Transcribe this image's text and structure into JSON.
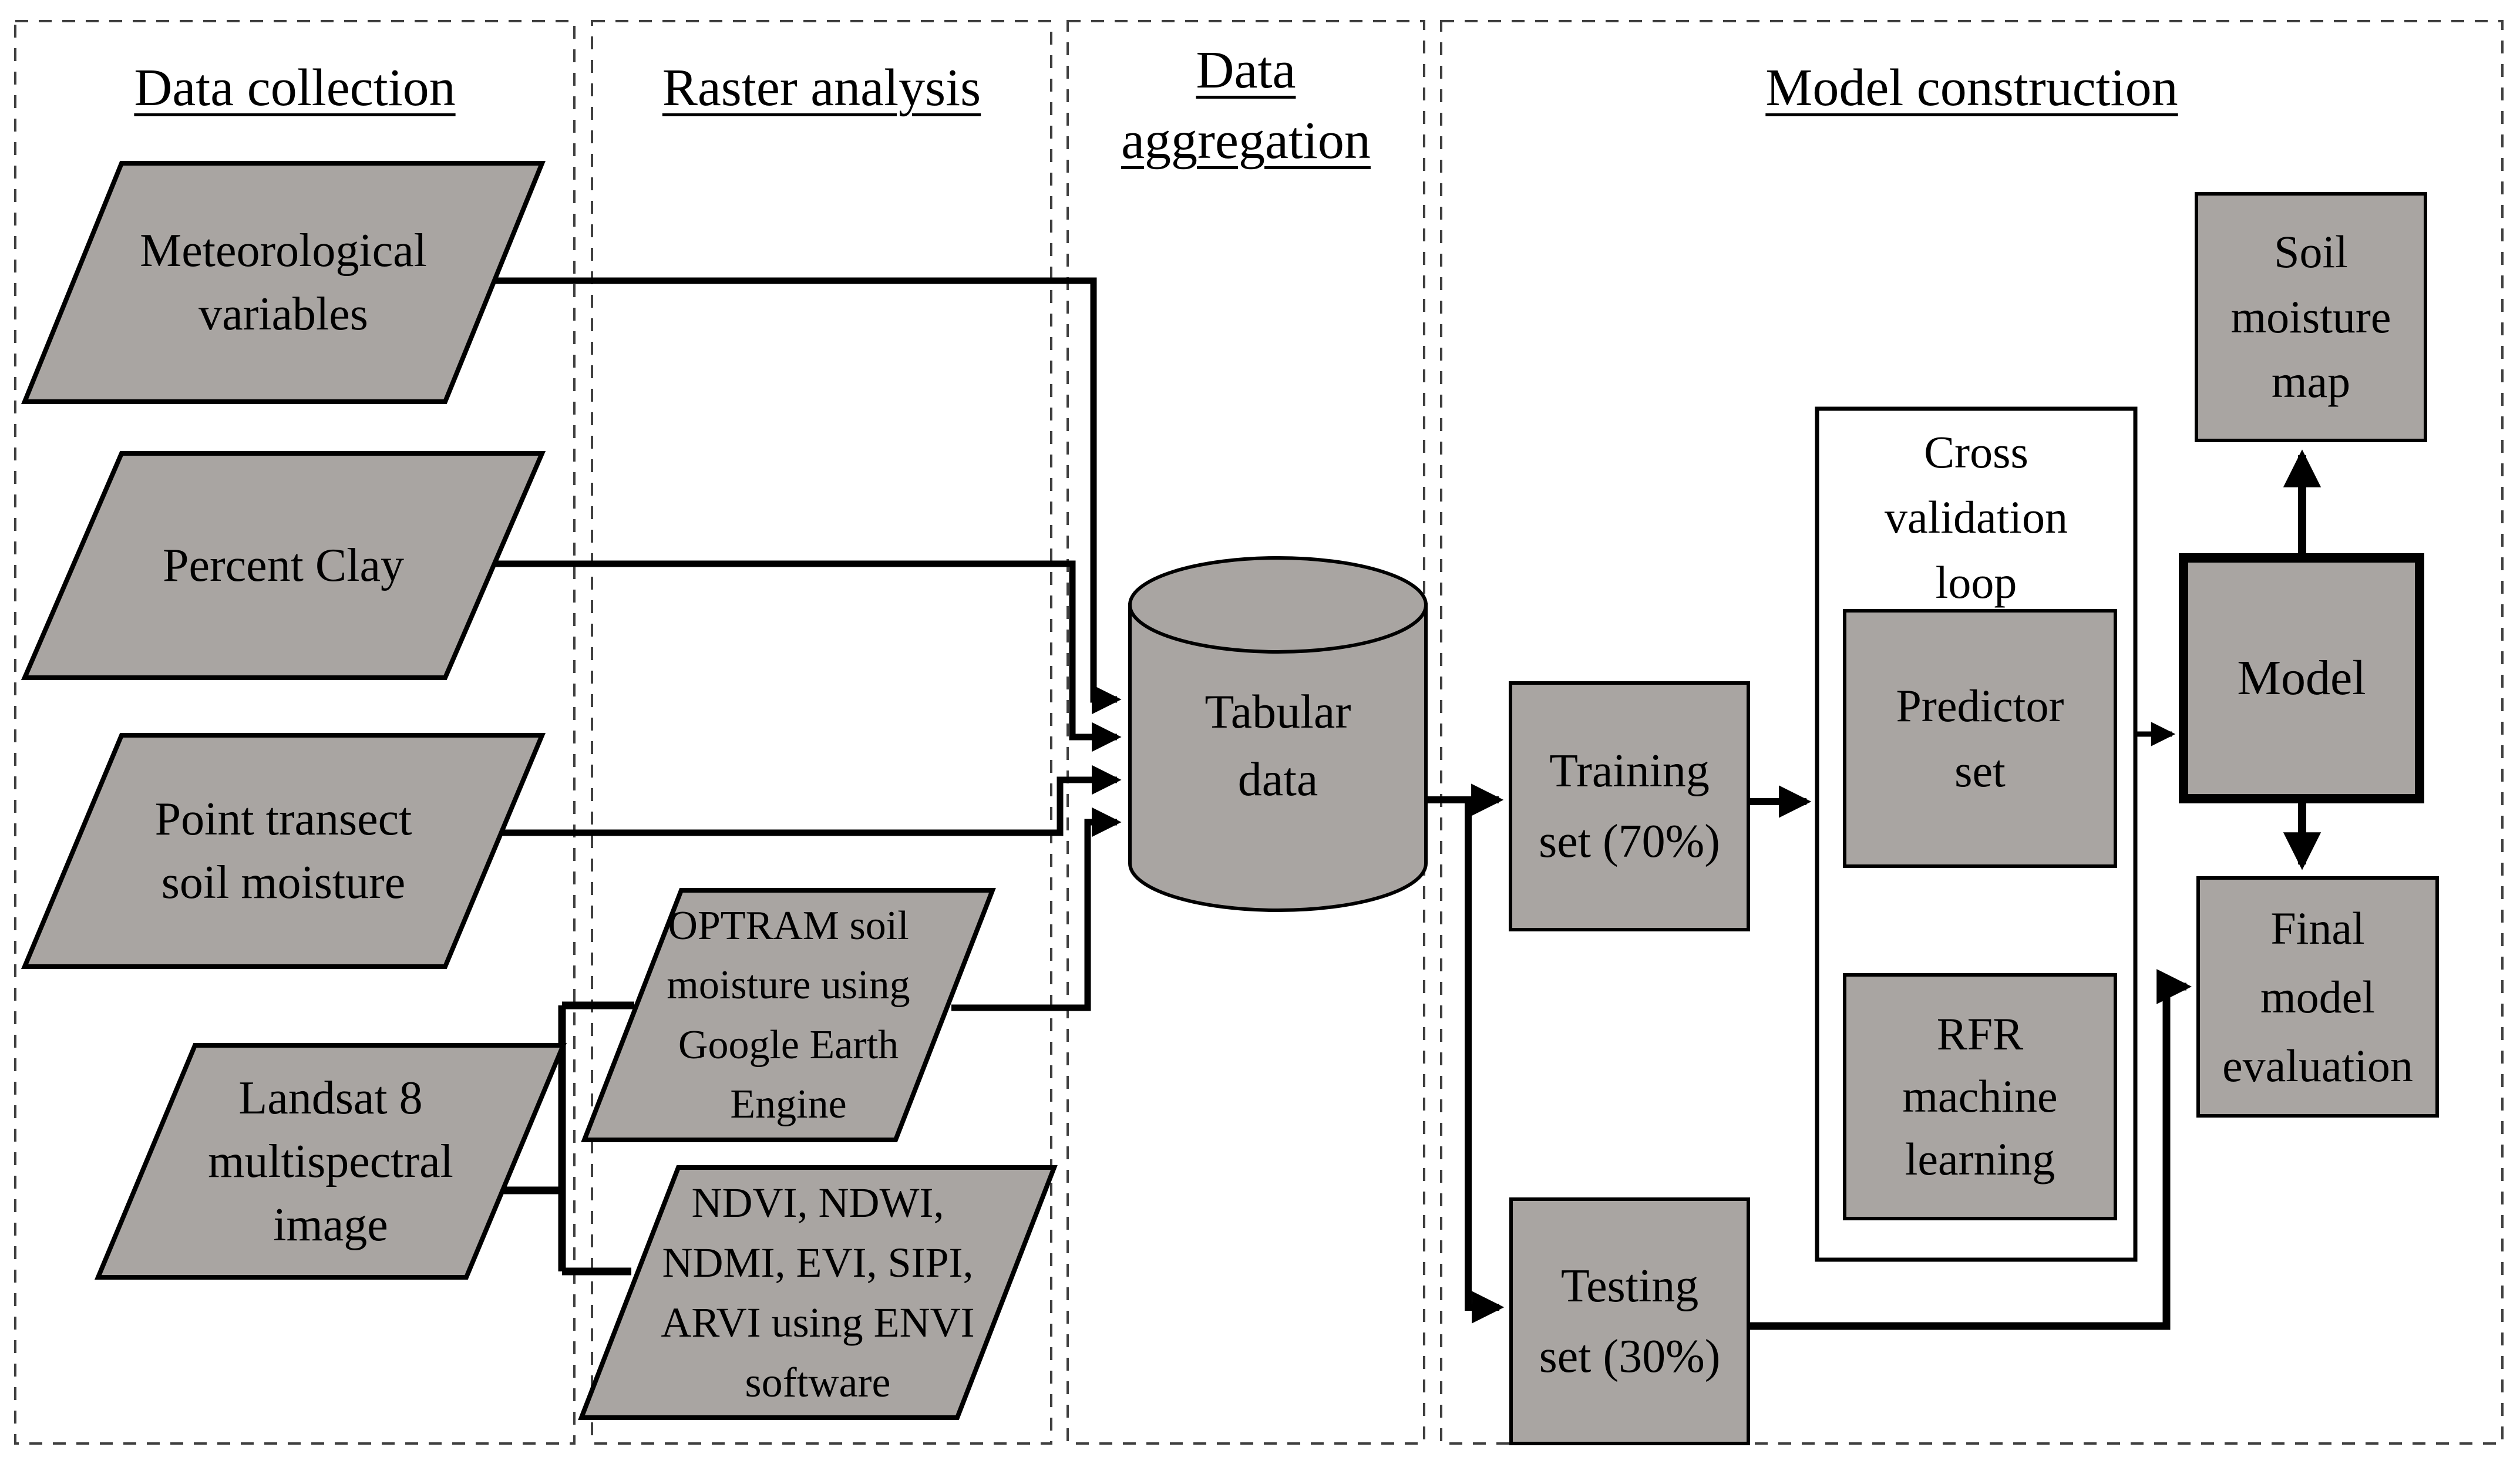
{
  "diagram": {
    "panels": {
      "data_collection": {
        "title": "Data collection"
      },
      "raster_analysis": {
        "title": "Raster analysis"
      },
      "data_aggregation": {
        "lines": [
          "Data",
          "aggregation"
        ]
      },
      "model_construction": {
        "title": "Model construction"
      }
    },
    "nodes": {
      "meteorological_variables": {
        "shape": "parallelogram",
        "lines": [
          "Meteorological",
          "variables"
        ]
      },
      "percent_clay": {
        "shape": "parallelogram",
        "lines": [
          "Percent Clay"
        ]
      },
      "point_transect": {
        "shape": "parallelogram",
        "lines": [
          "Point transect",
          "soil moisture"
        ]
      },
      "landsat": {
        "shape": "parallelogram",
        "lines": [
          "Landsat 8",
          "multispectral",
          "image"
        ]
      },
      "optram": {
        "shape": "parallelogram",
        "lines": [
          "OPTRAM soil",
          "moisture using",
          "Google Earth",
          "Engine"
        ]
      },
      "spectral_indices": {
        "shape": "parallelogram",
        "lines": [
          "NDVI, NDWI,",
          "NDMI, EVI, SIPI,",
          "ARVI using ENVI",
          "software"
        ]
      },
      "tabular_data": {
        "shape": "cylinder",
        "lines": [
          "Tabular",
          "data"
        ]
      },
      "training_set": {
        "shape": "rect",
        "lines": [
          "Training",
          "set (70%)"
        ]
      },
      "testing_set": {
        "shape": "rect",
        "lines": [
          "Testing",
          "set (30%)"
        ]
      },
      "cross_validation_loop": {
        "shape": "container",
        "lines": [
          "Cross",
          "validation",
          "loop"
        ]
      },
      "predictor_set": {
        "shape": "rect",
        "lines": [
          "Predictor",
          "set"
        ]
      },
      "rfr": {
        "shape": "rect",
        "lines": [
          "RFR",
          "machine",
          "learning"
        ]
      },
      "model": {
        "shape": "rect",
        "lines": [
          "Model"
        ]
      },
      "soil_moisture_map": {
        "shape": "rect",
        "lines": [
          "Soil",
          "moisture",
          "map"
        ]
      },
      "final_model_evaluation": {
        "shape": "rect",
        "lines": [
          "Final",
          "model",
          "evaluation"
        ]
      }
    },
    "colors": {
      "node_fill": "#a9a5a2",
      "stroke": "#000000",
      "panel_dash": "#3f3f3f",
      "background": "#ffffff"
    }
  }
}
